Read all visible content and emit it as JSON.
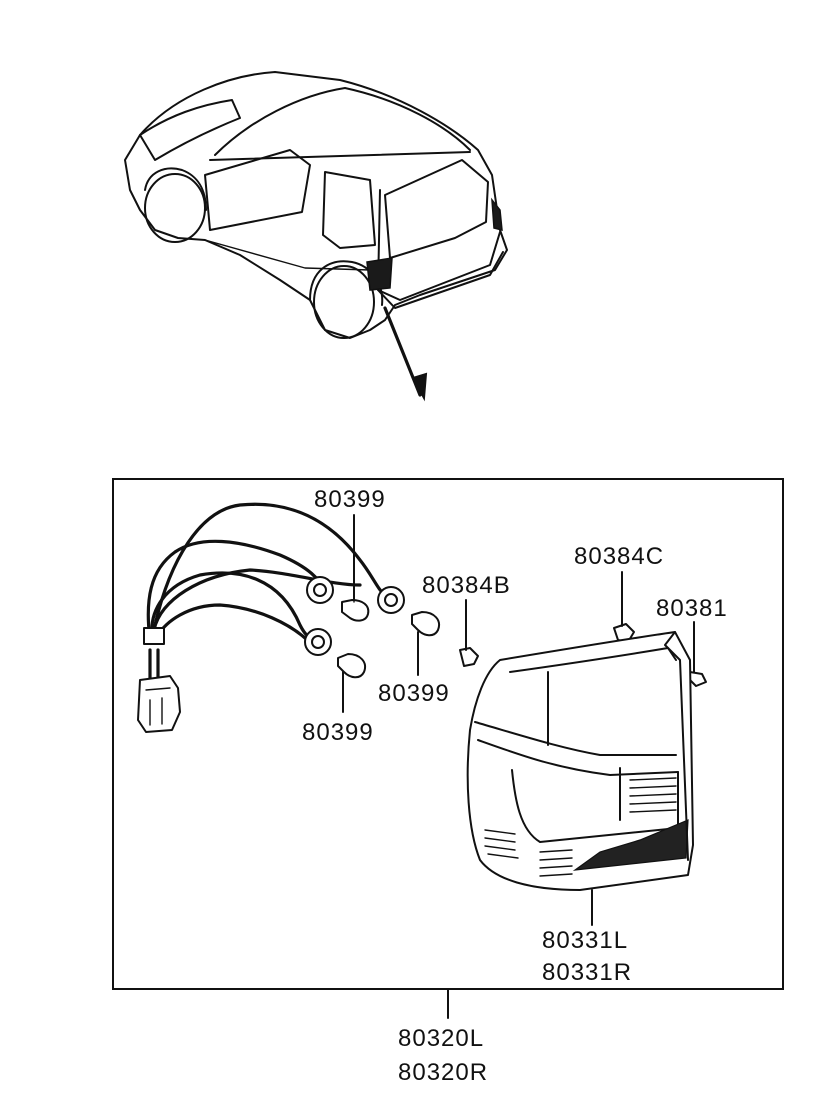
{
  "labels": {
    "bulb_top": "80399",
    "bulb_right": "80399",
    "bulb_bottom": "80399",
    "clip_b": "80384B",
    "clip_c": "80384C",
    "screw": "80381",
    "lens_left": "80331L",
    "lens_right": "80331R",
    "assembly_left": "80320L",
    "assembly_right": "80320R"
  }
}
